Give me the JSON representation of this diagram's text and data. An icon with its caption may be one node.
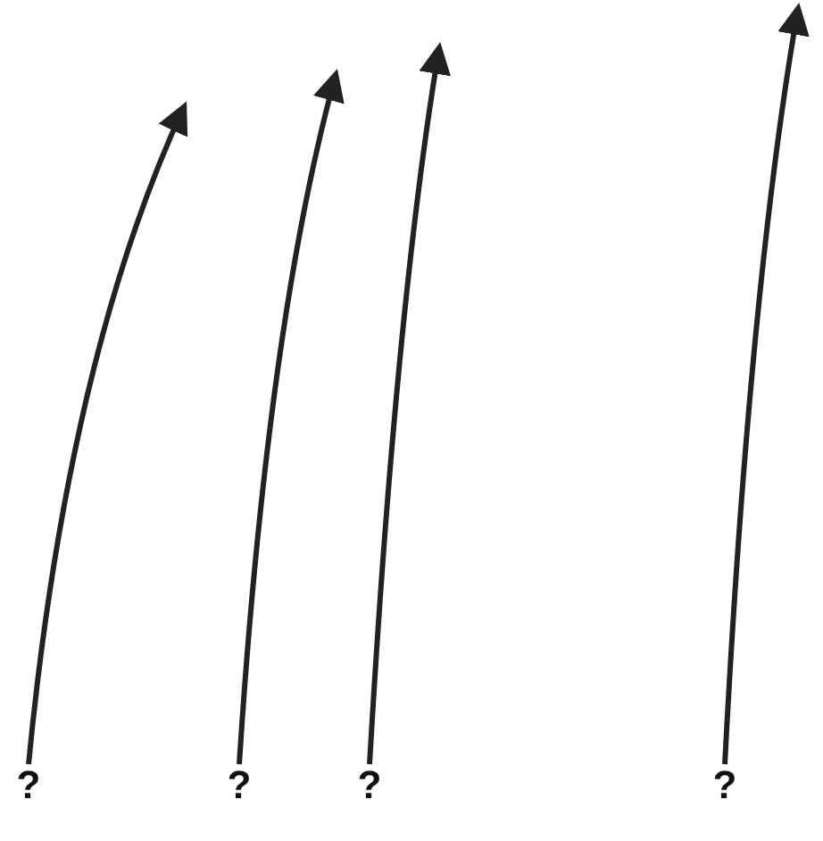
{
  "diagram": {
    "nodes": [
      {
        "text": [
          "?"
        ]
      },
      {
        "text": [
          "?"
        ]
      },
      {
        "text": [
          "?"
        ]
      },
      {
        "text": [
          "?"
        ]
      }
    ],
    "edges": [
      {
        "from": 0,
        "to": null,
        "arrow": "to"
      },
      {
        "from": 1,
        "to": null,
        "arrow": "to"
      },
      {
        "from": 2,
        "to": null,
        "arrow": "to"
      },
      {
        "from": 3,
        "to": null,
        "arrow": "to"
      }
    ]
  }
}
